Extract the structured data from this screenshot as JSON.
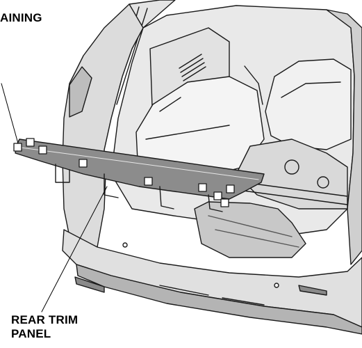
{
  "labels": {
    "retaining": "AINING",
    "rear_trim_line1": "REAR TRIM",
    "rear_trim_line2": "PANEL"
  },
  "colors": {
    "line": "#1a1a1a",
    "body_light": "#ececec",
    "body_mid": "#d6d6d6",
    "body_dark": "#9a9a9a",
    "panel": "#8c8c8c",
    "clip": "#ffffff"
  },
  "clip_count": 9
}
